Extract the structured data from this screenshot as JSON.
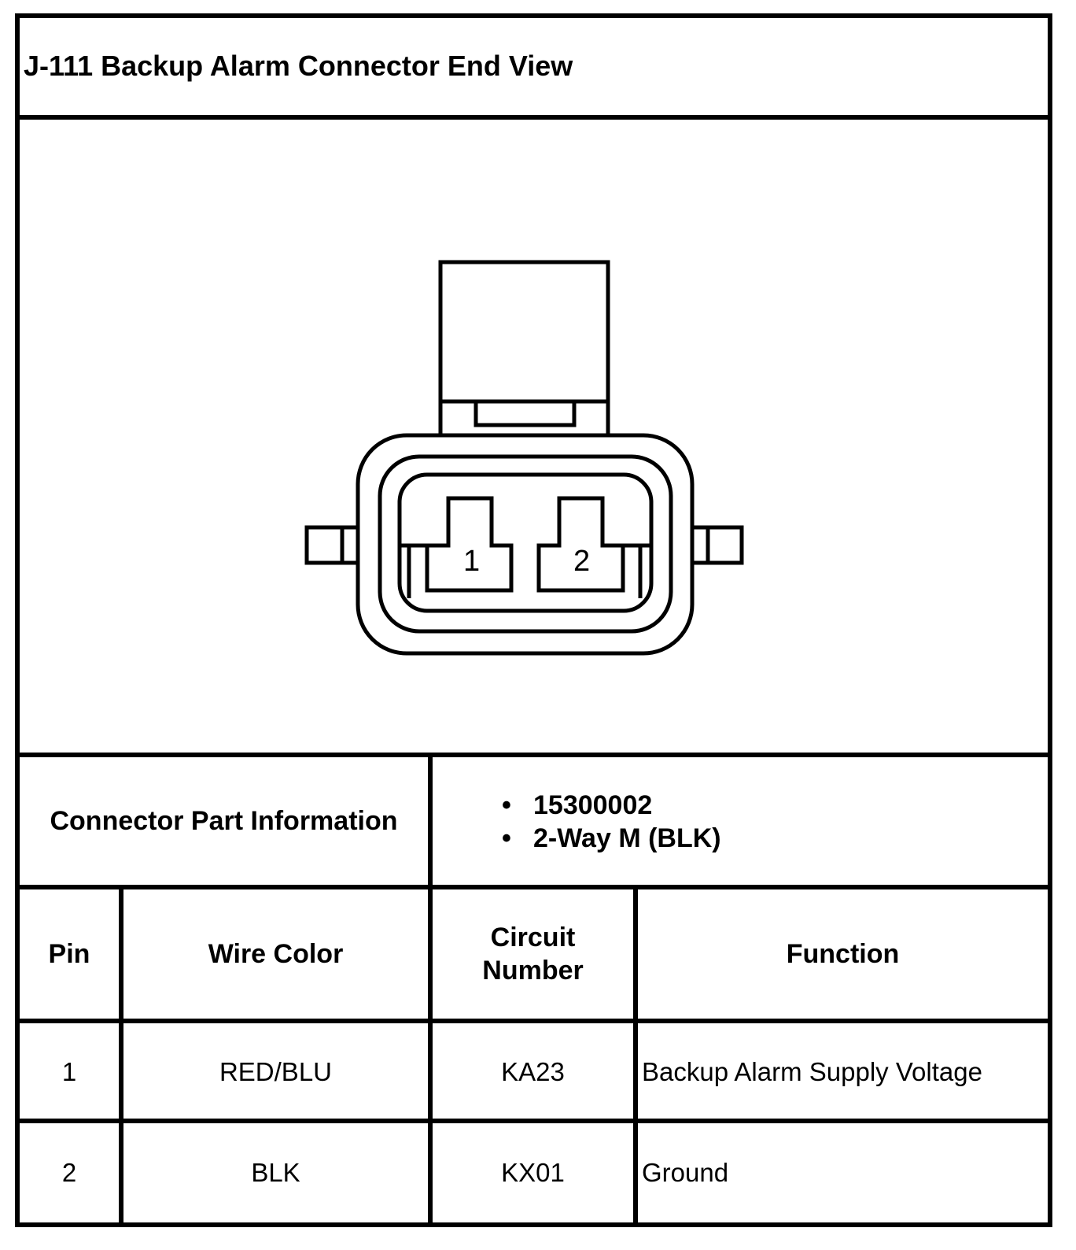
{
  "title": "J-111 Backup Alarm Connector End View",
  "connector": {
    "pins": [
      "1",
      "2"
    ]
  },
  "part_info": {
    "label": "Connector Part Information",
    "items": [
      "15300002",
      "2-Way M (BLK)"
    ]
  },
  "table": {
    "headers": {
      "pin": "Pin",
      "wire_color": "Wire Color",
      "circuit_line1": "Circuit",
      "circuit_line2": "Number",
      "function": "Function"
    },
    "rows": [
      {
        "pin": "1",
        "wire_color": "RED/BLU",
        "circuit": "KA23",
        "function": "Backup Alarm Supply Voltage"
      },
      {
        "pin": "2",
        "wire_color": "BLK",
        "circuit": "KX01",
        "function": "Ground"
      }
    ]
  }
}
